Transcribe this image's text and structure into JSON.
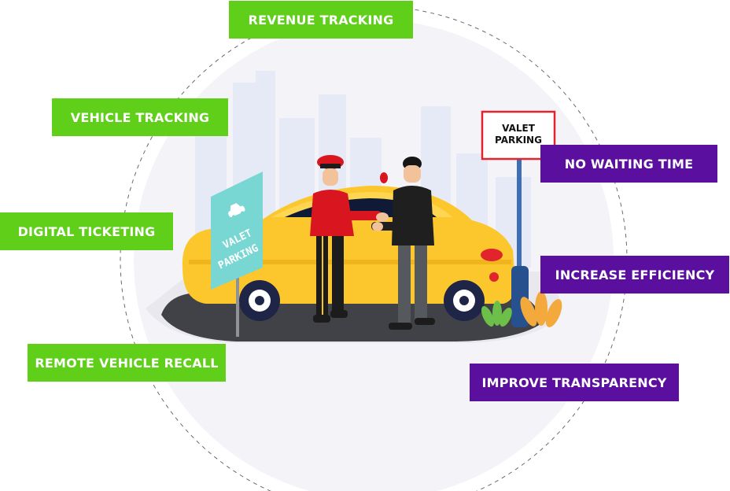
{
  "colors": {
    "feature_green": "#5fcf1a",
    "benefit_purple": "#5a0f9e",
    "car_yellow": "#fcc72c",
    "uniform_red": "#d9161f",
    "sign_teal": "#79d7d3"
  },
  "features": {
    "revenue_tracking": "REVENUE TRACKING",
    "vehicle_tracking": "VEHICLE TRACKING",
    "digital_ticketing": "DIGITAL TICKETING",
    "remote_vehicle_recall": "REMOTE VEHICLE RECALL"
  },
  "benefits": {
    "no_waiting_time": "NO WAITING TIME",
    "increase_efficiency": "INCREASE EFFICIENCY",
    "improve_transparency": "IMPROVE TRANSPARENCY"
  },
  "signs": {
    "board_line1": "VALET",
    "board_line2": "PARKING",
    "standing_line1": "VALET",
    "standing_line2": "PARKING"
  },
  "icons": {
    "standing_sign": "car-icon"
  }
}
